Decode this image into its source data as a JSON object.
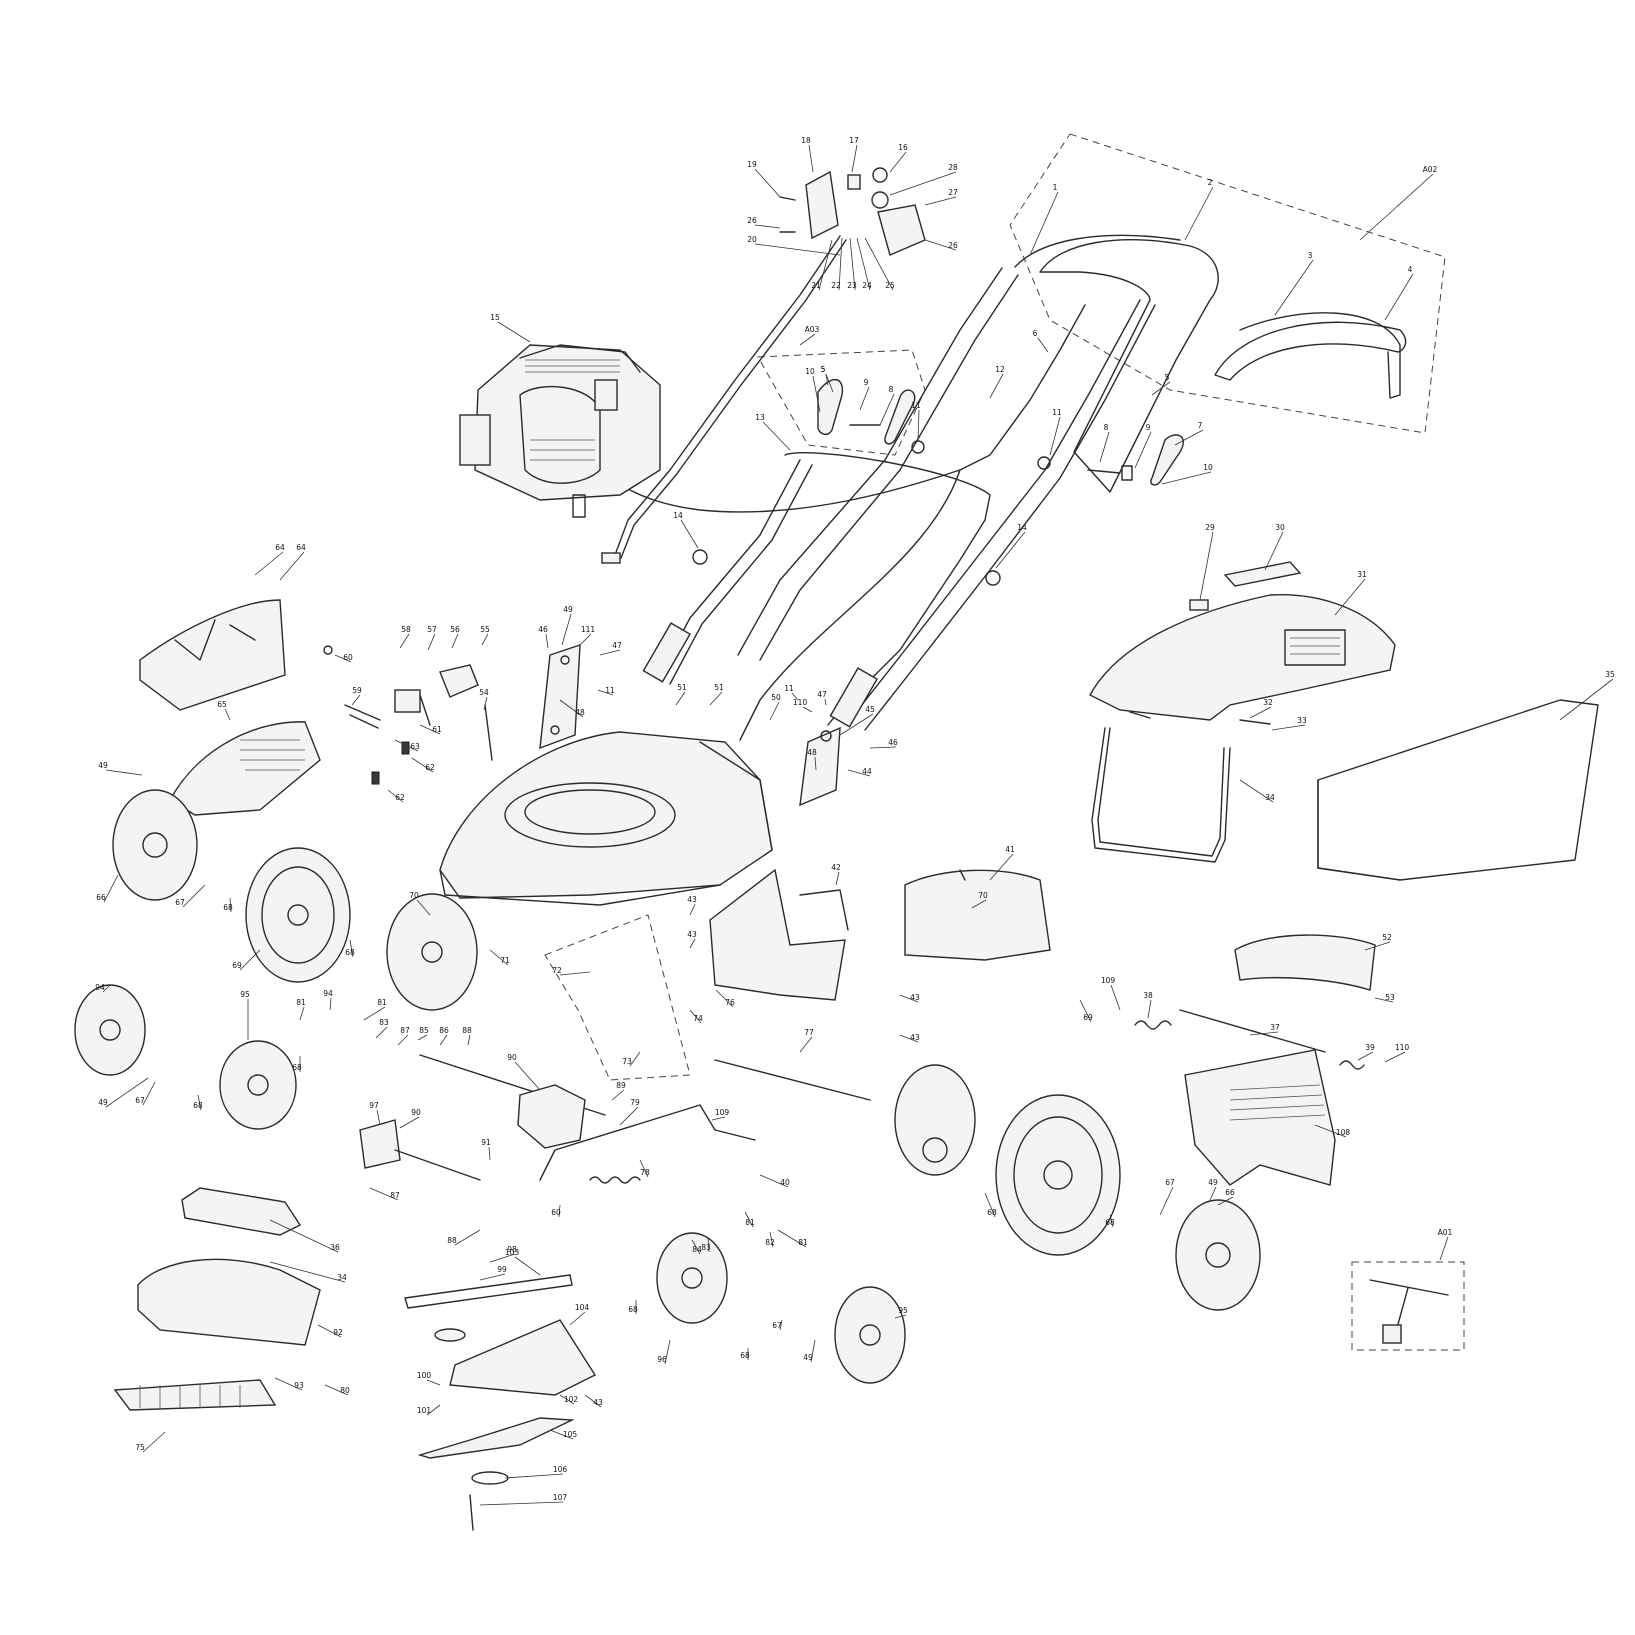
{
  "diagram": {
    "kind": "exploded-parts-view",
    "line_color": "#2b2b2b",
    "assemblies": [
      "A01",
      "A02",
      "A03"
    ],
    "callouts": [
      {
        "label": "1"
      },
      {
        "label": "2"
      },
      {
        "label": "3"
      },
      {
        "label": "4"
      },
      {
        "label": "5"
      },
      {
        "label": "5"
      },
      {
        "label": "5"
      },
      {
        "label": "6"
      },
      {
        "label": "7"
      },
      {
        "label": "8"
      },
      {
        "label": "8"
      },
      {
        "label": "9"
      },
      {
        "label": "9"
      },
      {
        "label": "10"
      },
      {
        "label": "10"
      },
      {
        "label": "11"
      },
      {
        "label": "11"
      },
      {
        "label": "11"
      },
      {
        "label": "11"
      },
      {
        "label": "12"
      },
      {
        "label": "13"
      },
      {
        "label": "14"
      },
      {
        "label": "14"
      },
      {
        "label": "15"
      },
      {
        "label": "16"
      },
      {
        "label": "17"
      },
      {
        "label": "18"
      },
      {
        "label": "19"
      },
      {
        "label": "20"
      },
      {
        "label": "21"
      },
      {
        "label": "22"
      },
      {
        "label": "23"
      },
      {
        "label": "24"
      },
      {
        "label": "25"
      },
      {
        "label": "26"
      },
      {
        "label": "26"
      },
      {
        "label": "27"
      },
      {
        "label": "28"
      },
      {
        "label": "29"
      },
      {
        "label": "30"
      },
      {
        "label": "31"
      },
      {
        "label": "32"
      },
      {
        "label": "33"
      },
      {
        "label": "34"
      },
      {
        "label": "34"
      },
      {
        "label": "35"
      },
      {
        "label": "36"
      },
      {
        "label": "37"
      },
      {
        "label": "38"
      },
      {
        "label": "39"
      },
      {
        "label": "40"
      },
      {
        "label": "41"
      },
      {
        "label": "42"
      },
      {
        "label": "43"
      },
      {
        "label": "43"
      },
      {
        "label": "43"
      },
      {
        "label": "43"
      },
      {
        "label": "43"
      },
      {
        "label": "44"
      },
      {
        "label": "45"
      },
      {
        "label": "46"
      },
      {
        "label": "46"
      },
      {
        "label": "47"
      },
      {
        "label": "47"
      },
      {
        "label": "48"
      },
      {
        "label": "48"
      },
      {
        "label": "49"
      },
      {
        "label": "49"
      },
      {
        "label": "49"
      },
      {
        "label": "49"
      },
      {
        "label": "49"
      },
      {
        "label": "50"
      },
      {
        "label": "51"
      },
      {
        "label": "51"
      },
      {
        "label": "52"
      },
      {
        "label": "53"
      },
      {
        "label": "54"
      },
      {
        "label": "55"
      },
      {
        "label": "56"
      },
      {
        "label": "57"
      },
      {
        "label": "58"
      },
      {
        "label": "59"
      },
      {
        "label": "60"
      },
      {
        "label": "60"
      },
      {
        "label": "61"
      },
      {
        "label": "62"
      },
      {
        "label": "62"
      },
      {
        "label": "63"
      },
      {
        "label": "64"
      },
      {
        "label": "64"
      },
      {
        "label": "65"
      },
      {
        "label": "66"
      },
      {
        "label": "66"
      },
      {
        "label": "67"
      },
      {
        "label": "67"
      },
      {
        "label": "67"
      },
      {
        "label": "67"
      },
      {
        "label": "68"
      },
      {
        "label": "68"
      },
      {
        "label": "68"
      },
      {
        "label": "68"
      },
      {
        "label": "68"
      },
      {
        "label": "68"
      },
      {
        "label": "68"
      },
      {
        "label": "68"
      },
      {
        "label": "69"
      },
      {
        "label": "69"
      },
      {
        "label": "70"
      },
      {
        "label": "70"
      },
      {
        "label": "71"
      },
      {
        "label": "72"
      },
      {
        "label": "73"
      },
      {
        "label": "74"
      },
      {
        "label": "75"
      },
      {
        "label": "76"
      },
      {
        "label": "77"
      },
      {
        "label": "78"
      },
      {
        "label": "79"
      },
      {
        "label": "80"
      },
      {
        "label": "81"
      },
      {
        "label": "81"
      },
      {
        "label": "81"
      },
      {
        "label": "81"
      },
      {
        "label": "82"
      },
      {
        "label": "83"
      },
      {
        "label": "83"
      },
      {
        "label": "84"
      },
      {
        "label": "85"
      },
      {
        "label": "86"
      },
      {
        "label": "87"
      },
      {
        "label": "87"
      },
      {
        "label": "88"
      },
      {
        "label": "88"
      },
      {
        "label": "89"
      },
      {
        "label": "90"
      },
      {
        "label": "90"
      },
      {
        "label": "91"
      },
      {
        "label": "92"
      },
      {
        "label": "93"
      },
      {
        "label": "94"
      },
      {
        "label": "94"
      },
      {
        "label": "95"
      },
      {
        "label": "95"
      },
      {
        "label": "96"
      },
      {
        "label": "97"
      },
      {
        "label": "98"
      },
      {
        "label": "99"
      },
      {
        "label": "100"
      },
      {
        "label": "101"
      },
      {
        "label": "102"
      },
      {
        "label": "103"
      },
      {
        "label": "104"
      },
      {
        "label": "105"
      },
      {
        "label": "106"
      },
      {
        "label": "107"
      },
      {
        "label": "108"
      },
      {
        "label": "109"
      },
      {
        "label": "109"
      },
      {
        "label": "110"
      },
      {
        "label": "110"
      },
      {
        "label": "111"
      },
      {
        "label": "A01"
      },
      {
        "label": "A02"
      },
      {
        "label": "A03"
      }
    ]
  }
}
